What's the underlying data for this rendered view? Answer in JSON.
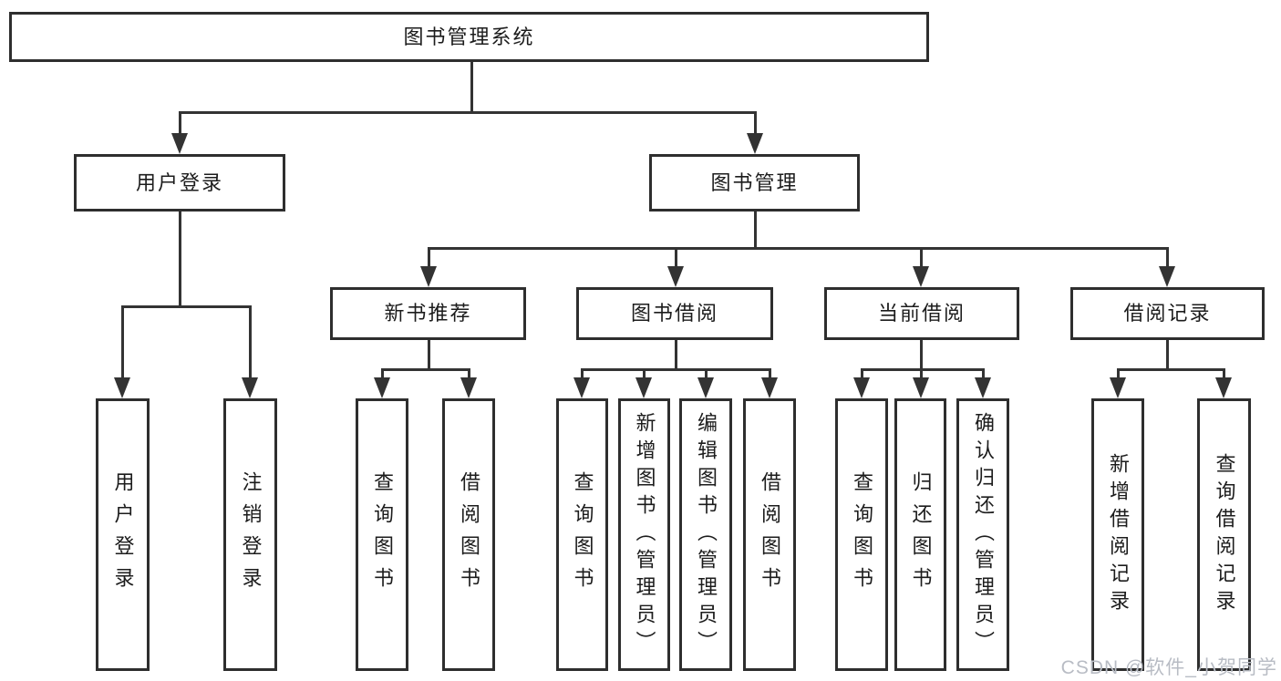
{
  "nodes": {
    "root": "图书管理系统",
    "user_login": "用户登录",
    "book_mgmt": "图书管理",
    "new_book": "新书推荐",
    "book_borrow": "图书借阅",
    "current_borrow": "当前借阅",
    "borrow_record": "借阅记录"
  },
  "leaves": {
    "user_login": [
      "用户登录",
      "注销登录"
    ],
    "new_book": [
      "查询图书",
      "借阅图书"
    ],
    "book_borrow": [
      "查询图书",
      "新增图书（管理员）",
      "编辑图书（管理员）",
      "借阅图书"
    ],
    "current_borrow": [
      "查询图书",
      "归还图书",
      "确认归还（管理员）"
    ],
    "borrow_record": [
      "新增借阅记录",
      "查询借阅记录"
    ]
  },
  "watermark": "CSDN @软件_小贺同学",
  "colors": {
    "line": "#333333",
    "border": "#2e2e2e",
    "text": "#1c1c1c",
    "background": "#ffffff",
    "watermark": "#b8bcc4"
  }
}
